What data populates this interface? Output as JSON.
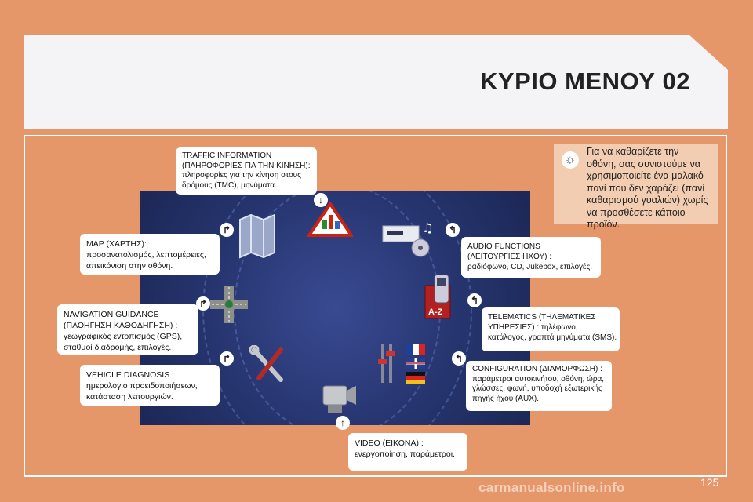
{
  "page": {
    "title": "ΚΥΡΙΟ ΜΕΝΟΥ  02",
    "page_number": "125",
    "watermark": "carmanualsonline.info"
  },
  "note": {
    "lines": [
      "Για να καθαρίζετε την",
      "οθόνη, σας συνιστούμε να",
      "χρησιμοποιείτε ένα μαλακό",
      "πανί που δεν χαράζει (πανί",
      "καθαρισμού γυαλιών) χωρίς",
      "να προσθέσετε κάποιο",
      "προϊόν."
    ]
  },
  "menu": {
    "traffic": [
      "TRAFFIC INFORMATION",
      "(ΠΛΗΡΟΦΟΡΙΕΣ ΓΙΑ ΤΗΝ ΚΙΝΗΣΗ):",
      "πληροφορίες για την κίνηση στους",
      "δρόμους (TMC), μηνύματα."
    ],
    "map": [
      "MAP (ΧΑΡΤΗΣ):",
      "προσανατολισμός, λεπτομέρειες,",
      "απεικόνιση στην οθόνη."
    ],
    "navigation": [
      "NAVIGATION GUIDANCE",
      "(ΠΛΟΗΓΗΣΗ ΚΑΘΟΔΗΓΗΣΗ) :",
      "γεωγραφικός εντοπισμός (GPS),",
      "σταθμοί διαδρομής, επιλογές."
    ],
    "vehicle": [
      "VEHICLE DIAGNOSIS :",
      "ημερολόγιο προειδοποιήσεων,",
      "κατάσταση λειτουργιών."
    ],
    "audio": [
      "AUDIO FUNCTIONS",
      "(ΛΕΙΤΟΥΡΓΙΕΣ ΗΧΟΥ) :",
      "ραδιόφωνο, CD, Jukebox, επιλογές."
    ],
    "telematics": [
      "TELEMATICS (ΤΗΛΕΜΑΤΙΚΕΣ",
      "ΥΠΗΡΕΣΙΕΣ) : τηλέφωνο,",
      "κατάλογος, γραπτά μηνύματα (SMS)."
    ],
    "configuration": [
      "CONFIGURATION (ΔΙΑΜΟΡΦΩΣΗ) :",
      "παράμετροι αυτοκινήτου, οθόνη, ώρα,",
      "γλώσσες, φωνή, υποδοχή εξωτερικής",
      "πηγής ήχου (AUX)."
    ],
    "video": [
      "VIDEO (ΕΙΚΟΝΑ) :",
      "ενεργοποίηση, παράμετροι."
    ]
  },
  "icons": {
    "az_label": "A-Z"
  }
}
